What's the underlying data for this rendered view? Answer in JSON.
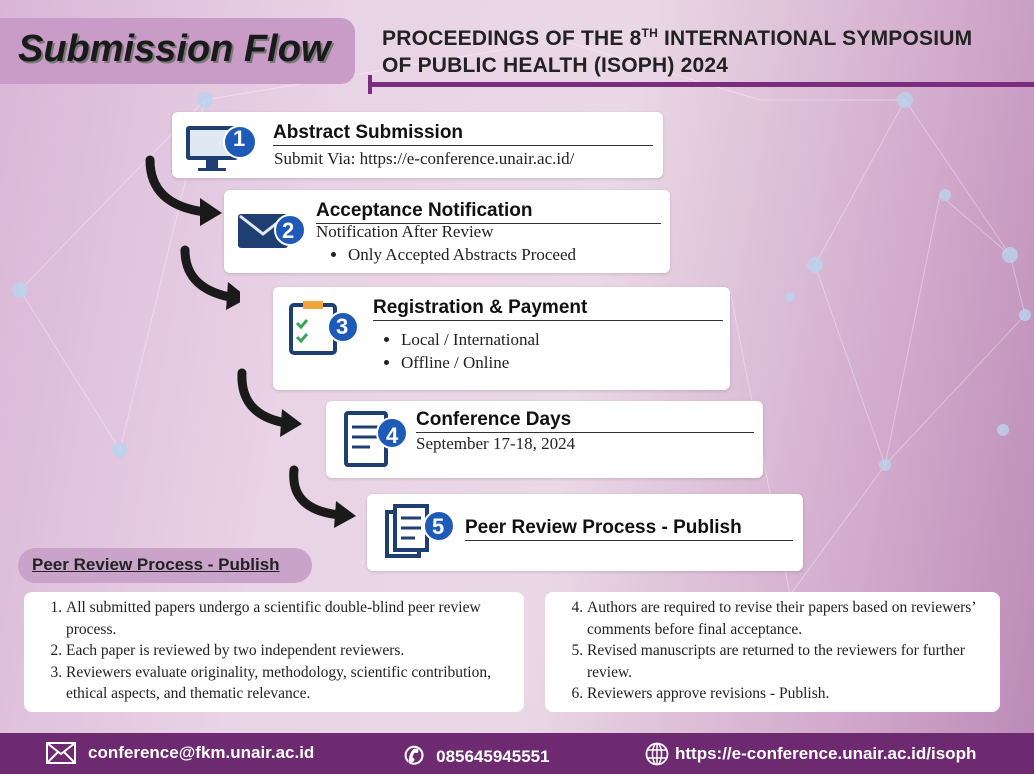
{
  "header": {
    "title": "Submission Flow",
    "line1_pre": "PROCEEDINGS OF THE 8",
    "line1_sup": "TH",
    "line1_post": " INTERNATIONAL SYMPOSIUM",
    "line2": "OF PUBLIC HEALTH (ISOPH) 2024"
  },
  "steps": [
    {
      "num": "1",
      "title": "Abstract Submission",
      "sub": "Submit Via: https://e-conference.unair.ac.id/"
    },
    {
      "num": "2",
      "title": "Acceptance Notification",
      "sub": "Notification After Review",
      "bullets": [
        "Only Accepted Abstracts Proceed"
      ]
    },
    {
      "num": "3",
      "title": "Registration & Payment",
      "bullets": [
        "Local / International",
        "Offline / Online"
      ]
    },
    {
      "num": "4",
      "title": "Conference Days",
      "sub": "September 17-18, 2024"
    },
    {
      "num": "5",
      "title": "Peer Review Process - Publish"
    }
  ],
  "peer": {
    "heading": "Peer Review Process - Publish",
    "left": [
      "All submitted papers undergo a scientific double-blind peer review process.",
      "Each paper is reviewed by two independent reviewers.",
      "Reviewers evaluate originality, methodology, scientific contribution, ethical aspects, and thematic relevance."
    ],
    "right": [
      "Authors are required to revise their papers based on reviewers’ comments before final acceptance.",
      "Revised manuscripts are returned to the reviewers for further review.",
      "Reviewers approve revisions - Publish."
    ]
  },
  "footer": {
    "email": "conference@fkm.unair.ac.id",
    "phone": "085645945551",
    "website": "https://e-conference.unair.ac.id/isoph"
  },
  "colors": {
    "accent": "#6d2a70",
    "badge": "#1e5bb8"
  }
}
